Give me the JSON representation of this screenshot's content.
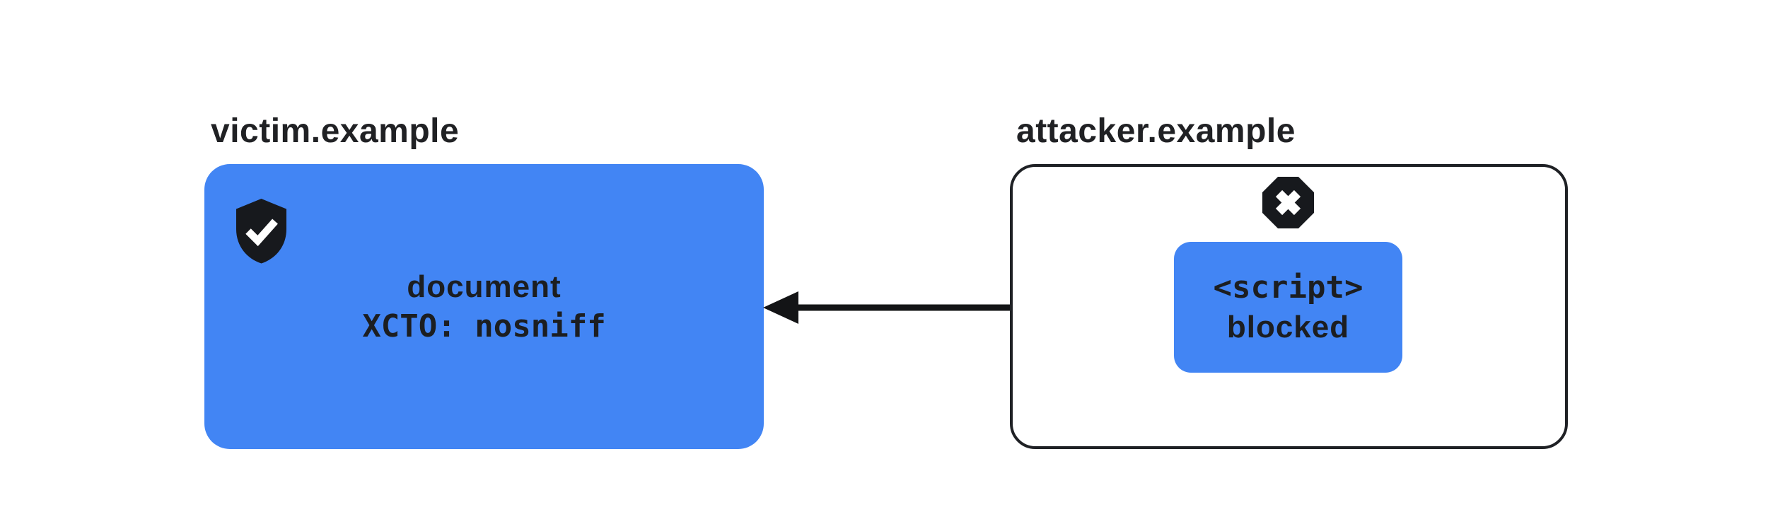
{
  "colors": {
    "accent_blue": "#4285F4",
    "ink": "#202124",
    "background": "#FFFFFF"
  },
  "victim": {
    "domain_label": "victim.example",
    "icon": "shield-check",
    "card": {
      "line1": "document",
      "line2": "XCTO: nosniff"
    }
  },
  "attacker": {
    "domain_label": "attacker.example",
    "icon": "blocked-octagon-x",
    "card": {
      "line1": "<script>",
      "line2": "blocked"
    }
  },
  "arrow": {
    "direction": "left",
    "from": "attacker.example script",
    "to": "victim.example document"
  }
}
